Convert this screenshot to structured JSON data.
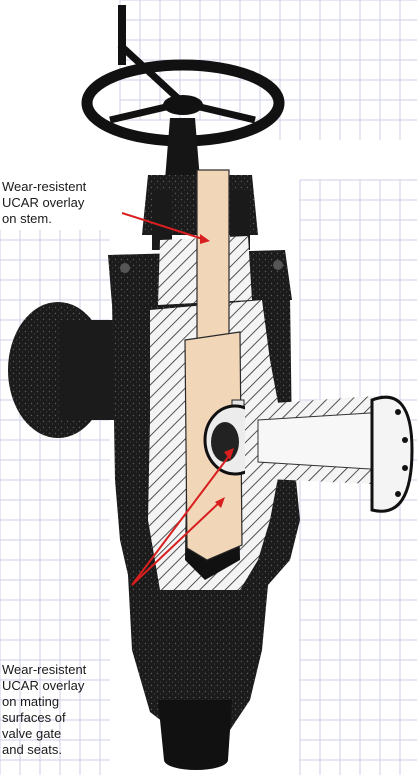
{
  "callouts": {
    "stem": {
      "lines": [
        "Wear-resistent",
        "UCAR overlay",
        "on stem."
      ]
    },
    "gate_seats": {
      "lines": [
        "Wear-resistent",
        "UCAR overlay",
        "on mating",
        "surfaces of",
        "valve gate",
        "and seats."
      ]
    }
  },
  "colors": {
    "background": "#ffffff",
    "grid": "#cfcfe8",
    "valve_body": "#1b1b1b",
    "overlay_tan": "#f2d6b8",
    "hatch_fill": "#f4f4f4",
    "leader_line": "#d81f1f"
  },
  "icons": {
    "valve": "gate-valve-cutaway-illustration",
    "handwheel": "handwheel-icon"
  }
}
